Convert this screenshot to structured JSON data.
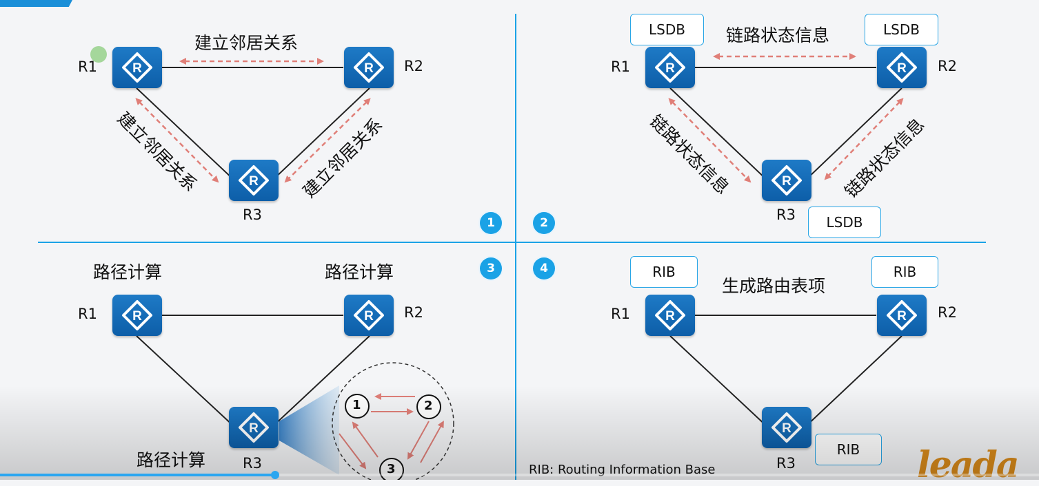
{
  "quadrant1": {
    "badge": "1",
    "top_label": "建立邻居关系",
    "left_label": "建立邻居关系",
    "right_label": "建立邻居关系",
    "r1": "R1",
    "r2": "R2",
    "r3": "R3"
  },
  "quadrant2": {
    "badge": "2",
    "top_label": "链路状态信息",
    "left_label": "链路状态信息",
    "right_label": "链路状态信息",
    "r1": "R1",
    "r2": "R2",
    "r3": "R3",
    "lsdb_r1": "LSDB",
    "lsdb_r2": "LSDB",
    "lsdb_r3": "LSDB"
  },
  "quadrant3": {
    "badge": "3",
    "r1_calc": "路径计算",
    "r2_calc": "路径计算",
    "r3_calc": "路径计算",
    "r1": "R1",
    "r2": "R2",
    "r3": "R3",
    "graph_nodes": [
      "1",
      "2",
      "3"
    ]
  },
  "quadrant4": {
    "badge": "4",
    "top_label": "生成路由表项",
    "r1": "R1",
    "r2": "R2",
    "r3": "R3",
    "rib_r1": "RIB",
    "rib_r2": "RIB",
    "rib_r3": "RIB",
    "footnote": "RIB: Routing Information Base"
  },
  "player": {
    "progress_fraction": 0.265
  },
  "colors": {
    "accent": "#1aa2e6",
    "router": "#1568b5",
    "arrow": "#e07f78"
  }
}
